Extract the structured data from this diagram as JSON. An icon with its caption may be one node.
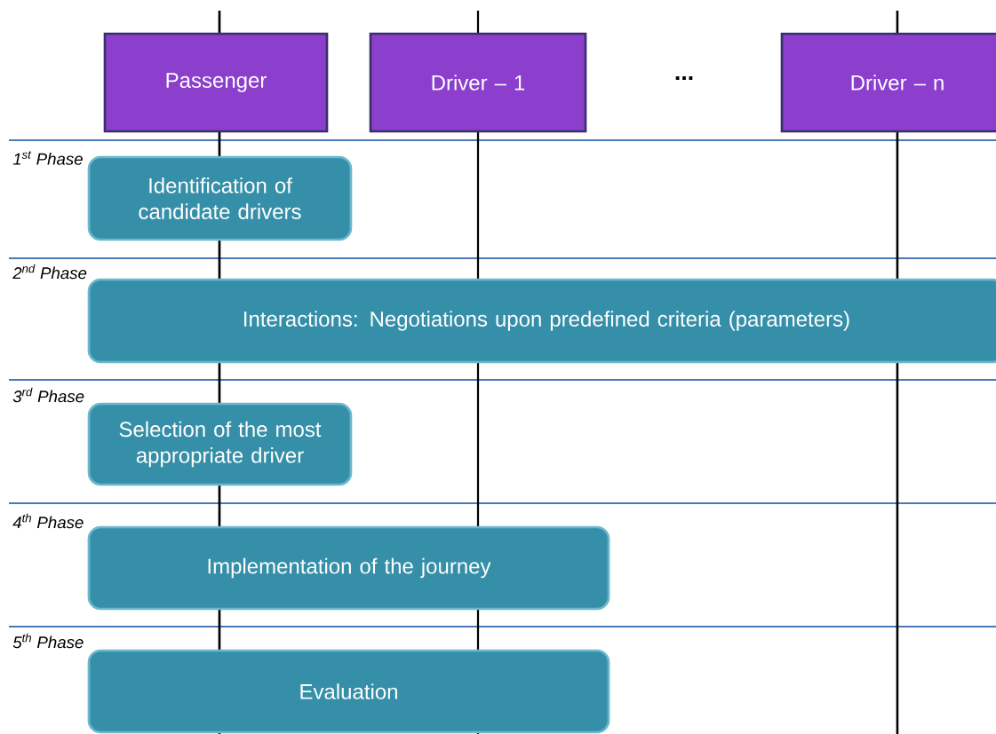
{
  "diagram": {
    "nodes": [
      {
        "text": [
          "Passenger"
        ]
      },
      {
        "text": [
          "Driver – 1"
        ]
      },
      {
        "text": [
          "Driver – n"
        ]
      },
      {
        "text": [
          "Identification of candidate drivers"
        ]
      },
      {
        "text": [
          "Interactions: Negotiations upon predefined criteria (parameters)"
        ]
      },
      {
        "text": [
          "Selection of the most appropriate driver"
        ]
      },
      {
        "text": [
          "Implementation of the journey"
        ]
      },
      {
        "text": [
          "Evaluation"
        ]
      }
    ],
    "labels": [
      "...",
      "1$^{st}$ Phase",
      "2$^{nd}$ Phase",
      "3$^{rd}$ Phase",
      "4$^{th}$ Phase",
      "5$^{th}$ Phase"
    ]
  }
}
